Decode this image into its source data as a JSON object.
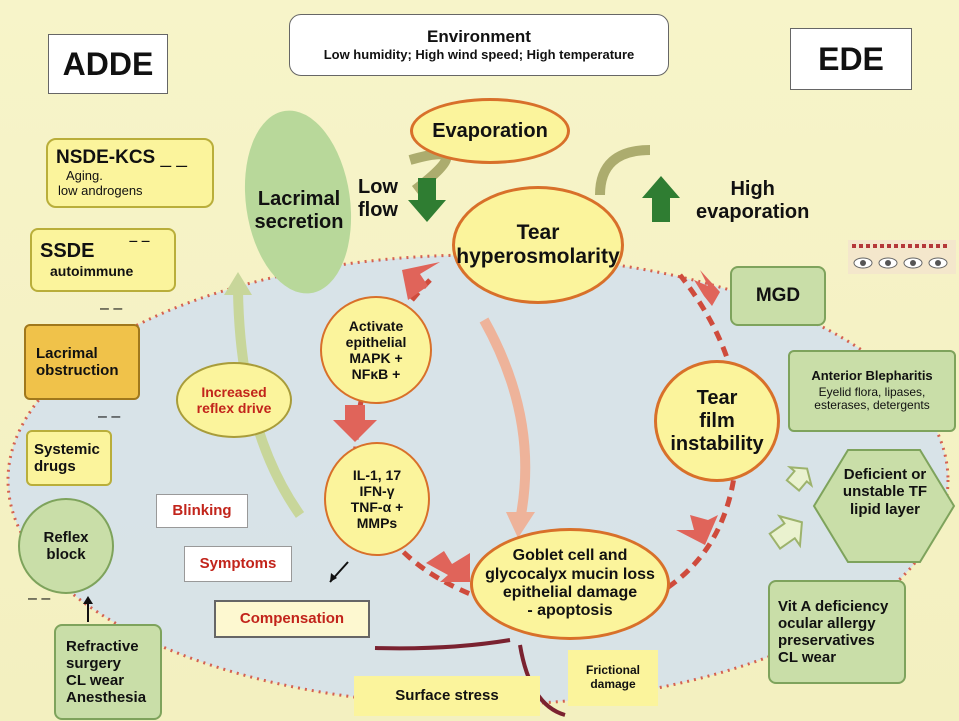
{
  "left_title": "ADDE",
  "right_title": "EDE",
  "environment": {
    "title": "Environment",
    "detail": "Low humidity; High wind speed; High temperature"
  },
  "evaporation": "Evaporation",
  "tear_hyperosmolarity": [
    "Tear",
    "hyperosmolarity"
  ],
  "low_flow": [
    "Low",
    "flow"
  ],
  "high_evaporation": [
    "High",
    "evaporation"
  ],
  "lacrimal_secretion": [
    "Lacrimal",
    "secretion"
  ],
  "nsde": {
    "title": "NSDE-KCS",
    "dash": "_ _",
    "lines": [
      "Aging.",
      "low androgens"
    ]
  },
  "ssde": {
    "title": "SSDE",
    "dash": "‾ ‾",
    "line": "autoimmune"
  },
  "dashes": [
    "– –",
    "– –",
    "– –"
  ],
  "lacrimal_obstruction": [
    "Lacrimal",
    "obstruction"
  ],
  "systemic_drugs": [
    "Systemic",
    "drugs"
  ],
  "reflex_block": [
    "Reflex",
    "block"
  ],
  "refractive": [
    "Refractive",
    "surgery",
    "CL wear",
    "Anesthesia"
  ],
  "increased_reflex": [
    "Increased",
    "reflex drive"
  ],
  "activate": [
    "Activate",
    "epithelial",
    "MAPK +",
    "NFκB +"
  ],
  "cytokines": [
    "IL-1, 17",
    "IFN-γ",
    "TNF-α +",
    "MMPs"
  ],
  "goblet": [
    "Goblet cell and",
    "glycocalyx mucin loss",
    "epithelial damage",
    "- apoptosis"
  ],
  "tear_film": [
    "Tear",
    "film",
    "instability"
  ],
  "mgd": "MGD",
  "anterior_blepharitis": {
    "title": "Anterior Blepharitis",
    "lines": [
      "Eyelid flora, lipases,",
      "esterases, detergents"
    ]
  },
  "deficient": [
    "Deficient or",
    "unstable TF",
    "lipid layer"
  ],
  "vit_a": [
    "Vit A deficiency",
    "ocular allergy",
    "preservatives",
    "CL wear"
  ],
  "blinking": "Blinking",
  "symptoms": "Symptoms",
  "compensation": "Compensation",
  "surface_stress": "Surface stress",
  "frictional": [
    "Frictional",
    "damage"
  ],
  "colors": {
    "background": "#f6f3c6",
    "ellipse_border": "#d8702a",
    "red_arrow": "#e0645a",
    "dark_green_arrow": "#2f7d32",
    "red_text": "#c2241b"
  }
}
